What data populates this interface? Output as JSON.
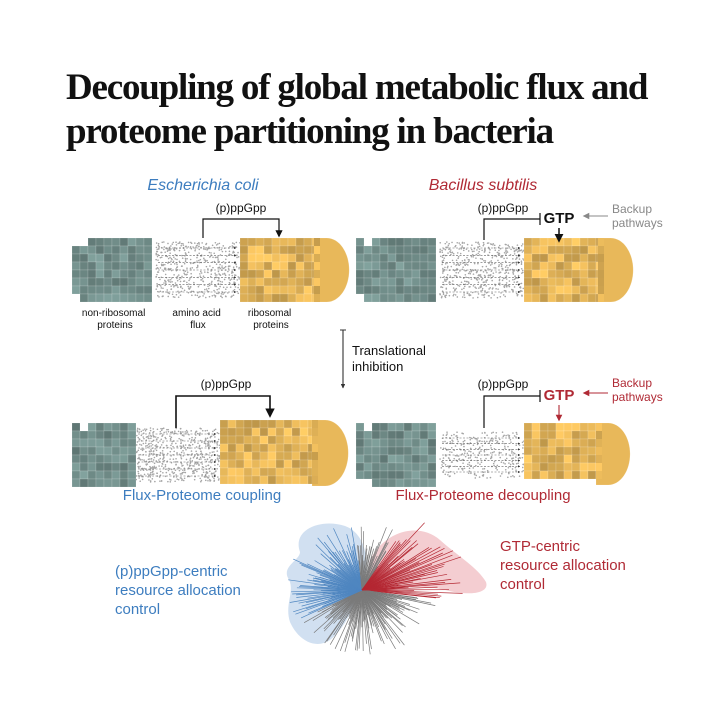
{
  "title": {
    "line1": "Decoupling of global metabolic flux and",
    "line2": "proteome partitioning in bacteria"
  },
  "colors": {
    "ecoli_blue": "#3d7dbf",
    "bsub_red": "#b02a35",
    "nonribosomal_green": "#74918d",
    "ribosomal_yellow": "#e8b85a",
    "flux_gray": "#9a9a9a",
    "tree_gray": "#777777"
  },
  "top": {
    "ecoli": {
      "species": "Escherichia coli",
      "signal": "(p)ppGpp",
      "labels": {
        "nonribosomal": "non-ribosomal proteins",
        "flux": "amino acid flux",
        "ribosomal": "ribosomal proteins"
      },
      "label_lines": {
        "nonribosomal": [
          "non-ribosomal",
          "proteins"
        ],
        "flux": [
          "amino acid",
          "flux"
        ],
        "ribosomal": [
          "ribosomal",
          "proteins"
        ]
      }
    },
    "bsub": {
      "species": "Bacillus subtilis",
      "signal": "(p)ppGpp",
      "gtp": "GTP",
      "backup": "Backup pathways",
      "backup_lines": [
        "Backup",
        "pathways"
      ]
    }
  },
  "middle": {
    "label": "Translational inhibition",
    "lines": [
      "Translational",
      "inhibition"
    ]
  },
  "bottom": {
    "ecoli": {
      "signal": "(p)ppGpp",
      "caption": "Flux-Proteome coupling"
    },
    "bsub": {
      "signal": "(p)ppGpp",
      "gtp": "GTP",
      "backup": "Backup pathways",
      "backup_lines": [
        "Backup",
        "pathways"
      ],
      "caption": "Flux-Proteome decoupling"
    }
  },
  "tree": {
    "left_label": "(p)ppGpp-centric resource allocation control",
    "left_lines": [
      "(p)ppGpp-centric",
      "resource allocation",
      "control"
    ],
    "right_label": "GTP-centric resource allocation control",
    "right_lines": [
      "GTP-centric",
      "resource allocation",
      "control"
    ]
  }
}
